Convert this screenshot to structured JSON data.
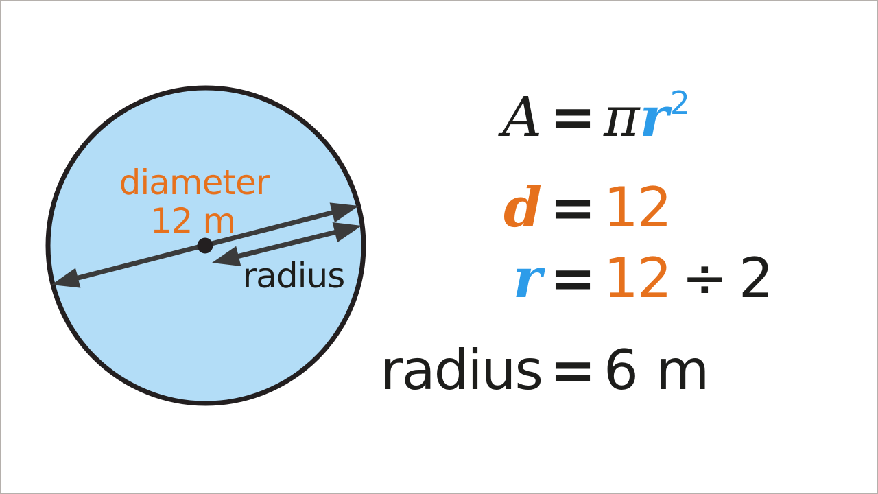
{
  "colors": {
    "background": "#ffffff",
    "frame_border": "#b5b0ac",
    "circle_fill": "#b3ddf7",
    "circle_stroke": "#231f20",
    "arrow": "#3b3b3b",
    "accent_orange": "#e6711d",
    "accent_blue": "#2d9ce9",
    "text_dark": "#1d1d1b"
  },
  "circle": {
    "diameter_label": "diameter",
    "diameter_value": "12 m",
    "radius_label": "radius"
  },
  "formulas": {
    "area": {
      "lhs": "A",
      "eq": "=",
      "pi": "π",
      "r": "r",
      "exponent": "2"
    },
    "diameter": {
      "lhs": "d",
      "eq": "=",
      "rhs": "12"
    },
    "radius": {
      "lhs": "r",
      "eq": "=",
      "value": "12",
      "op": "÷",
      "divisor": "2"
    },
    "result": {
      "lhs": "radius",
      "eq": "=",
      "rhs": "6 m"
    }
  }
}
